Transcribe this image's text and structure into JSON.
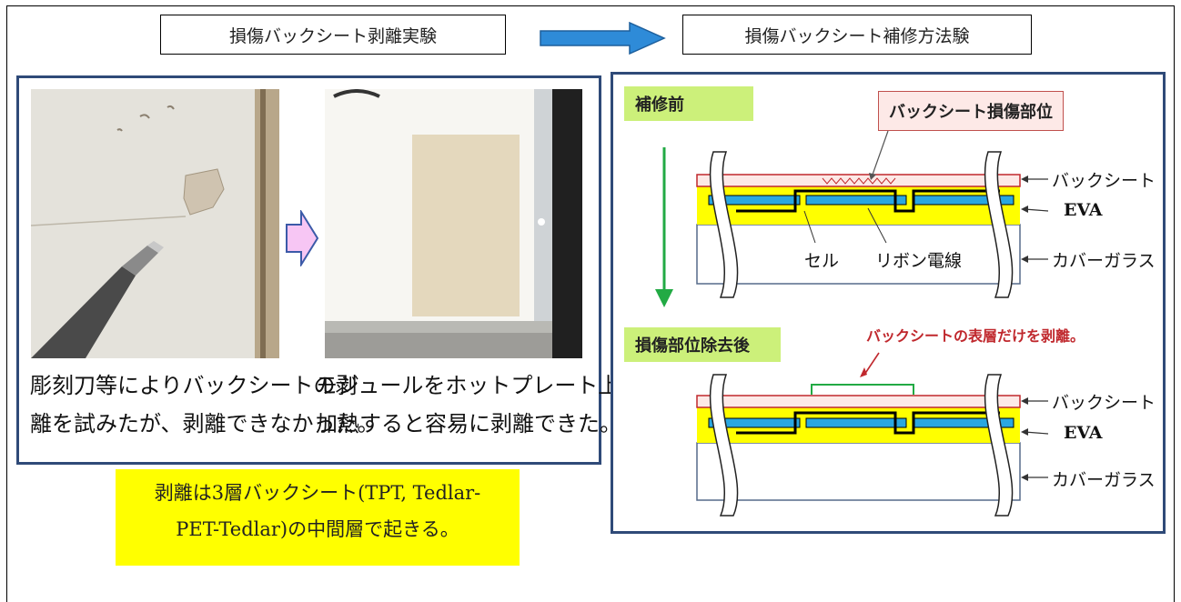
{
  "titles": {
    "left": "損傷バックシート剥離実験",
    "right": "損傷バックシート補修方法験"
  },
  "left_panel": {
    "caption_left_line1": "彫刻刀等によりバックシートの剥",
    "caption_left_line2": "離を試みたが、剥離できなかった。",
    "caption_right_line1": "モジュールをホットプレート上で",
    "caption_right_line2": "加熱すると容易に剥離できた。"
  },
  "note": {
    "line1": "剥離は3層バックシート(TPT, Tedlar-",
    "line2": "PET-Tedlar)の中間層で起きる。"
  },
  "right_panel": {
    "before_label": "補修前",
    "damage_label": "バックシート損傷部位",
    "after_label": "損傷部位除去後",
    "after_note": "バックシートの表層だけを剥離。",
    "cell_label": "セル",
    "ribbon_label": "リボン電線",
    "layers_top": [
      "バックシート",
      "EVA",
      "カバーガラス"
    ],
    "layers_bottom": [
      "バックシート",
      "EVA",
      "カバーガラス"
    ]
  },
  "colors": {
    "panel_border": "#2f4a78",
    "arrow_blue": "#2e8bd8",
    "eva_yellow": "#ffff00",
    "cell_blue": "#2aa7e0",
    "label_green": "#ccf07a",
    "backsheet_red": "#c0282d",
    "note_yellow": "#ffff00"
  }
}
